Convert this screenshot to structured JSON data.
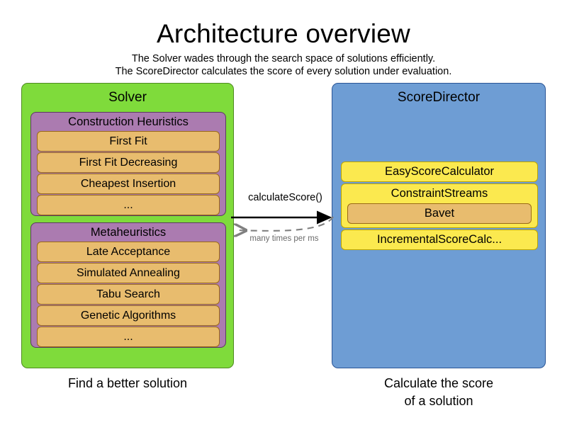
{
  "header": {
    "title": "Architecture overview",
    "subtitle_lines": [
      "The Solver wades through the search space of solutions efficiently.",
      "The ScoreDirector calculates the score of every solution under evaluation."
    ]
  },
  "colors": {
    "solver_panel": "#7fdb3b",
    "scoredirector_panel": "#6e9dd4",
    "group_purple": "#ab7bb0",
    "item_orange": "#e8bc6e",
    "calculator_yellow": "#fbe94f",
    "arrow_solid": "#000000",
    "arrow_dashed": "#808080"
  },
  "solver": {
    "title": "Solver",
    "caption": "Find a better solution",
    "groups": [
      {
        "title": "Construction Heuristics",
        "items": [
          "First Fit",
          "First Fit Decreasing",
          "Cheapest Insertion",
          "..."
        ]
      },
      {
        "title": "Metaheuristics",
        "items": [
          "Late Acceptance",
          "Simulated Annealing",
          "Tabu Search",
          "Genetic Algorithms",
          "..."
        ]
      }
    ]
  },
  "score_director": {
    "title": "ScoreDirector",
    "caption_lines": [
      "Calculate the score",
      "of a solution"
    ],
    "calculators": [
      {
        "label": "EasyScoreCalculator",
        "nested": null
      },
      {
        "label": "ConstraintStreams",
        "nested": "Bavet"
      },
      {
        "label": "IncrementalScoreCalc...",
        "nested": null
      }
    ]
  },
  "arrows": {
    "forward_label": "calculateScore()",
    "return_label": "many times per ms"
  }
}
